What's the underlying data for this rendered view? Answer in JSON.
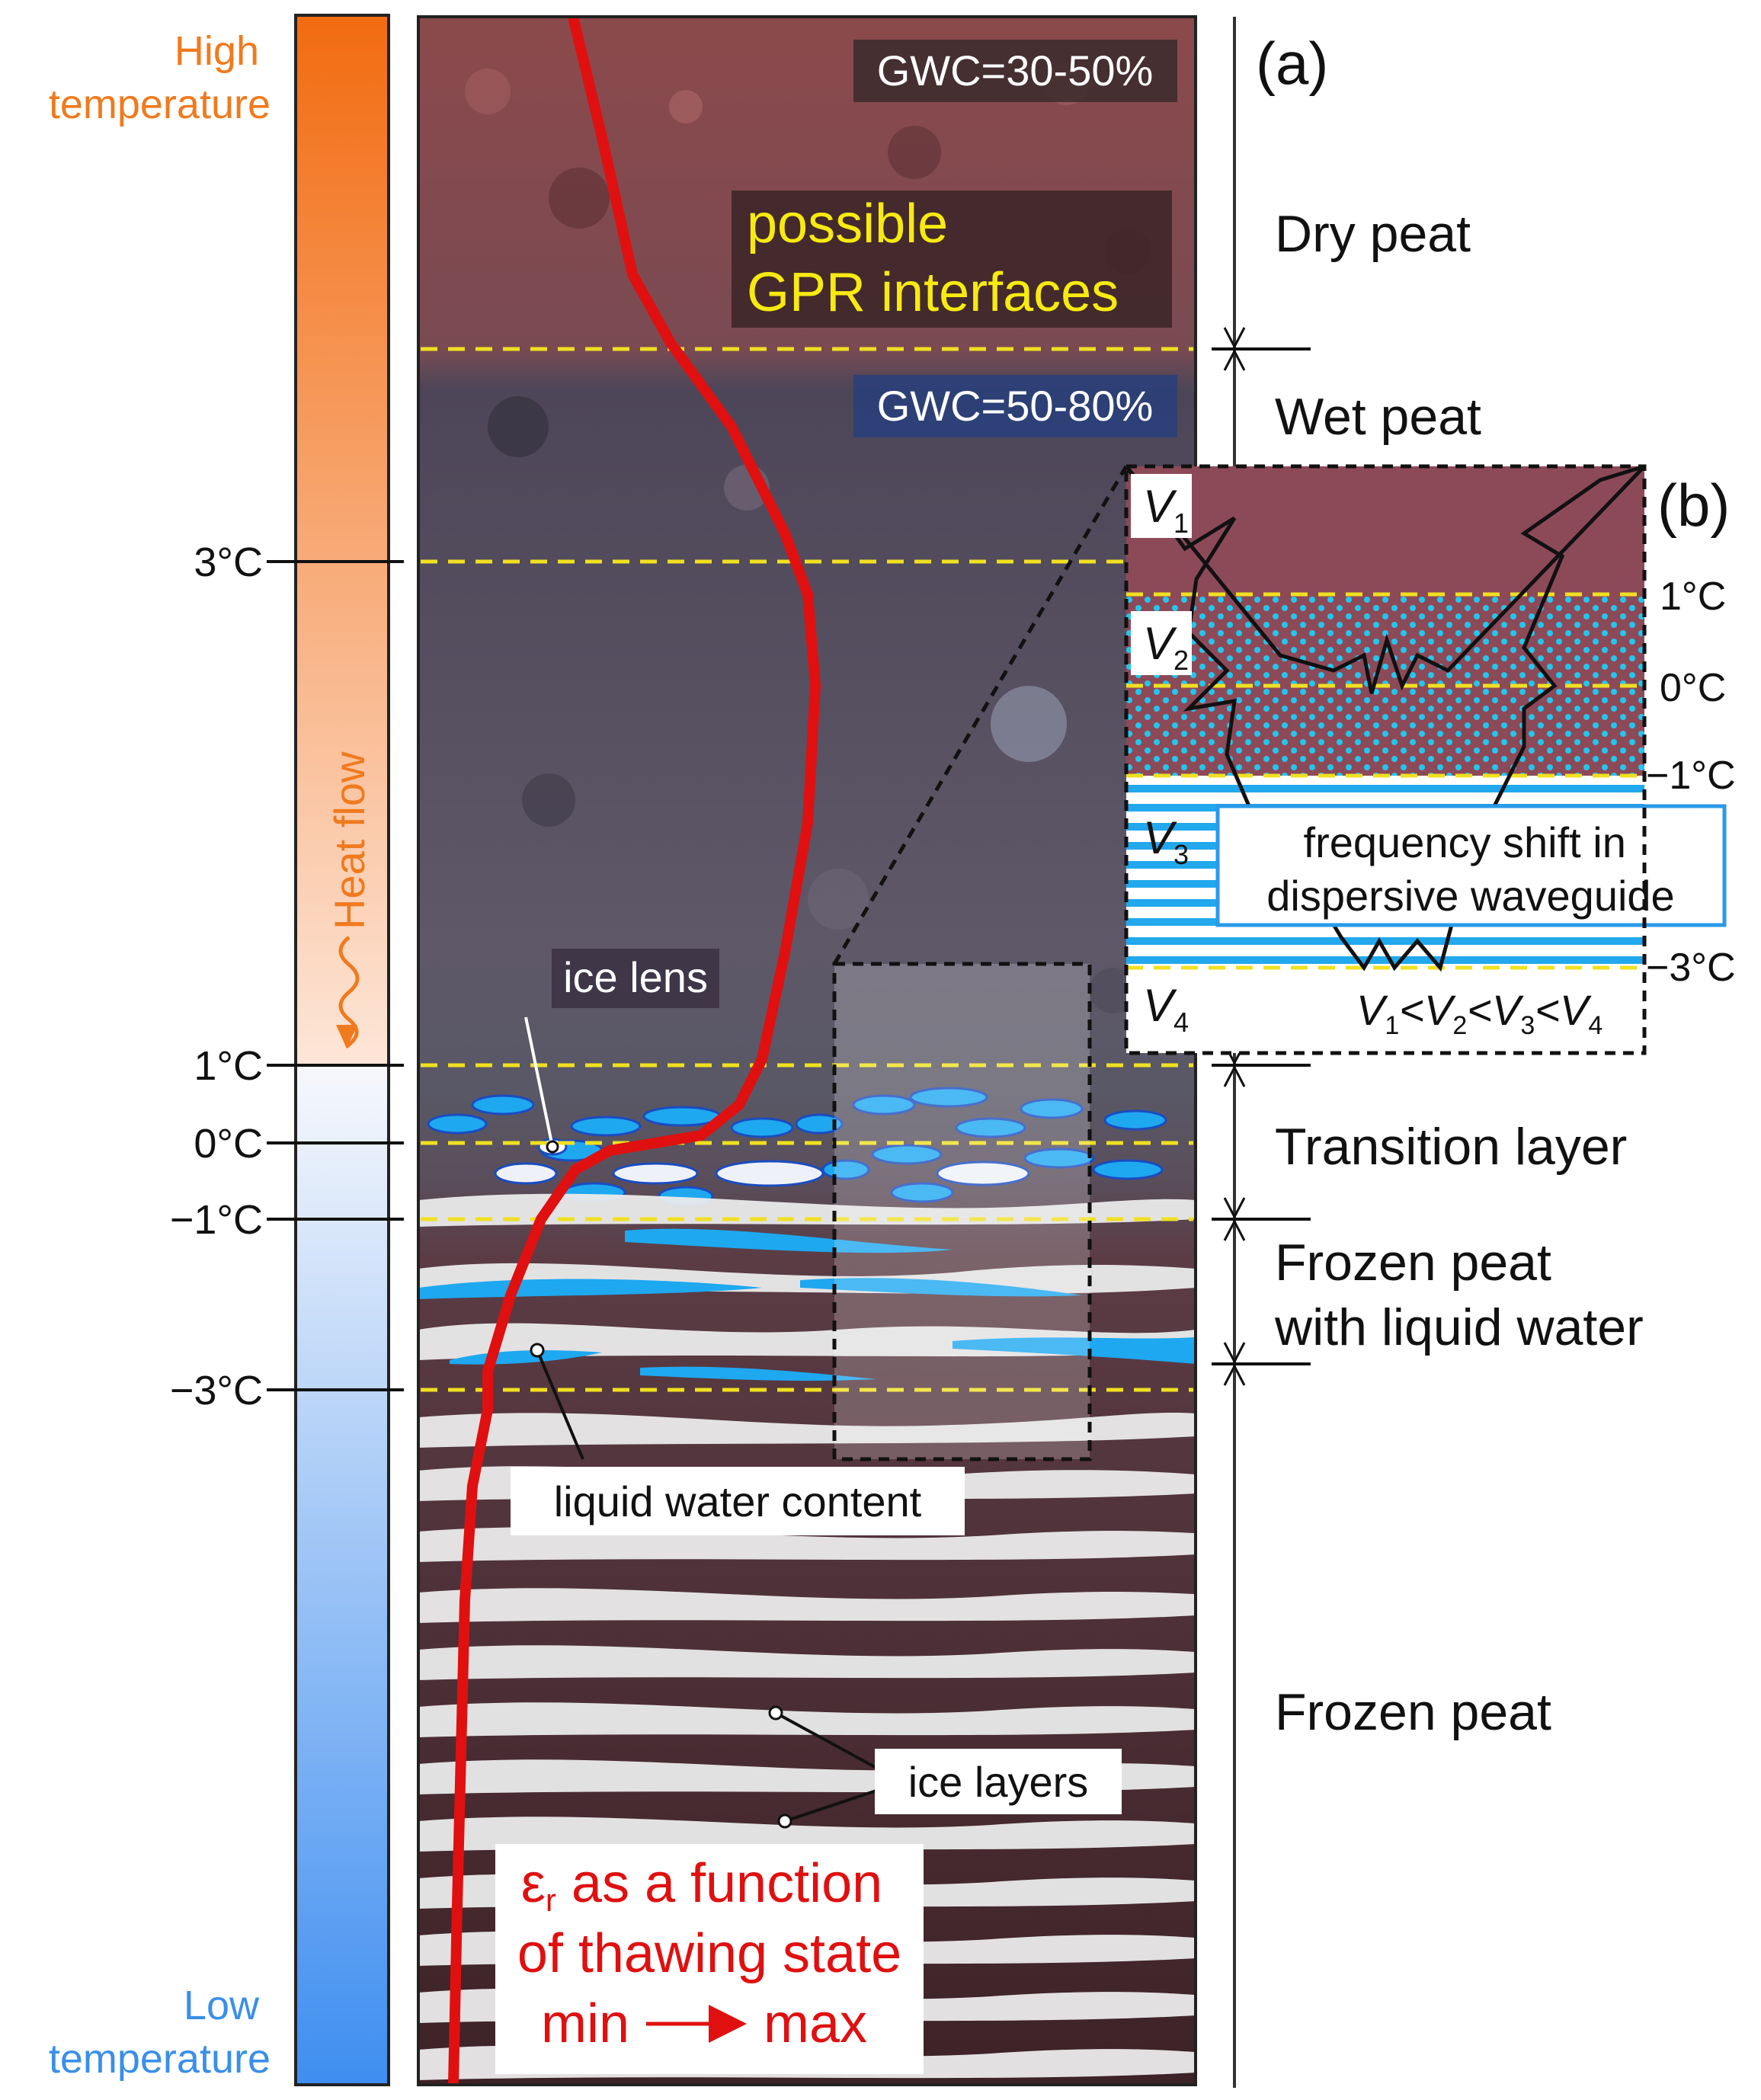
{
  "scale": {
    "top_label": "High\ntemperature",
    "bottom_label": "Low\ntemperature",
    "heat_flow_label": "Heat flow",
    "ticks": [
      "3°C",
      "1°C",
      "0°C",
      "−1°C",
      "−3°C"
    ],
    "colors": {
      "high": "#f26b10",
      "low": "#3e8ef0",
      "top_text": "#f07a1e",
      "bottom_text": "#3a8fe8"
    }
  },
  "panel_a": {
    "tag": "(a)",
    "gwc_dry": "GWC=30-50%",
    "gwc_wet": "GWC=50-80%",
    "interfaces_label": "possible\nGPR interfaces",
    "ice_lens_label": "ice lens",
    "liquid_water_label": "liquid water content",
    "ice_layers_label": "ice layers",
    "permittivity_label_1": "ε",
    "permittivity_label_sub": "r",
    "permittivity_label_2": " as a function",
    "permittivity_label_3": "of thawing state",
    "permittivity_min": "min",
    "permittivity_max": "max",
    "colors": {
      "curve": "#e01010",
      "interface": "#f0e020",
      "ice_blue": "#1ea8f0",
      "ice_white": "#eeeeee"
    }
  },
  "layers": [
    "Dry peat",
    "Wet peat",
    "Transition layer",
    "Frozen peat\nwith liquid water",
    "Frozen peat"
  ],
  "panel_b": {
    "tag": "(b)",
    "velocities": [
      "V",
      "V",
      "V",
      "V"
    ],
    "velocity_subs": [
      "1",
      "2",
      "3",
      "4"
    ],
    "temps": [
      "1°C",
      "0°C",
      "−1°C",
      "−3°C"
    ],
    "inequality": [
      "V",
      "1",
      "<V",
      "2",
      "<V",
      "3",
      "<V",
      "4"
    ],
    "frequency_shift_label": "frequency shift in\ndispersive waveguide"
  }
}
